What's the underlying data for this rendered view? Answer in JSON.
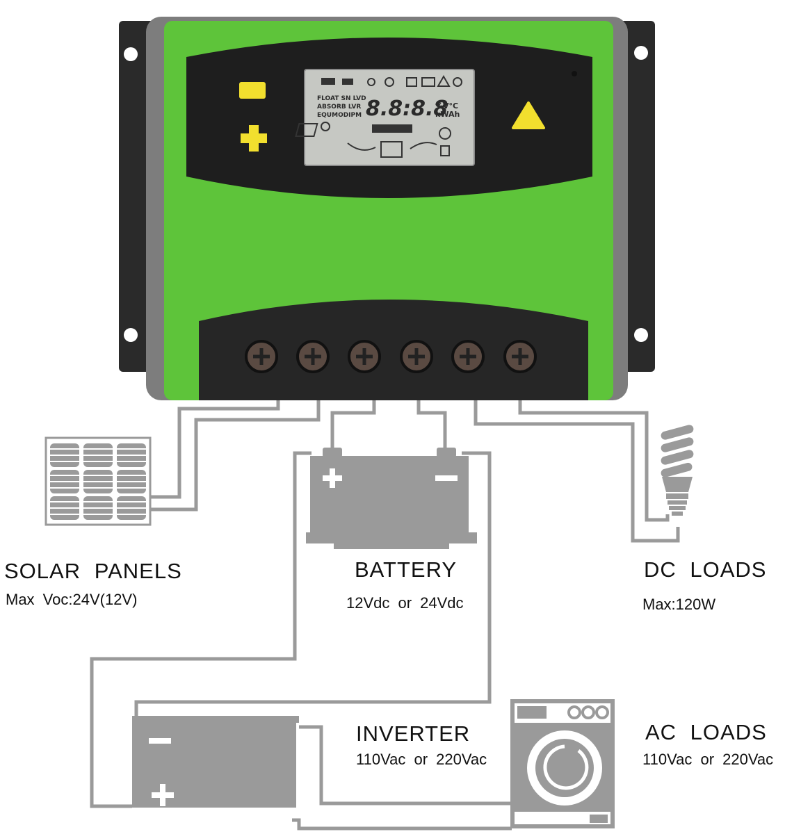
{
  "controller": {
    "lcd": {
      "status_line_1": "FLOAT SN  LVD",
      "status_line_2": "ABSORB  LVR",
      "status_line_3": "EQUMODIPM",
      "digits": "8.8:8.8",
      "units_line_1": "%V°C",
      "units_line_2": "kWAh"
    },
    "colors": {
      "body": "#5ec43a",
      "panel": "#1e1e1e",
      "button": "#f2df2e",
      "lcd": "#c6c8c3",
      "wire": "#9a9a9a"
    }
  },
  "labels": {
    "solar": {
      "title": "SOLAR  PANELS",
      "spec": "Max  Voc:24V(12V)"
    },
    "battery": {
      "title": "BATTERY",
      "spec": "12Vdc  or  24Vdc"
    },
    "dc_loads": {
      "title": "DC  LOADS",
      "spec": "Max:120W"
    },
    "inverter": {
      "title": "INVERTER",
      "spec": "110Vac  or  220Vac"
    },
    "ac_loads": {
      "title": "AC  LOADS",
      "spec": "110Vac  or  220Vac"
    }
  }
}
